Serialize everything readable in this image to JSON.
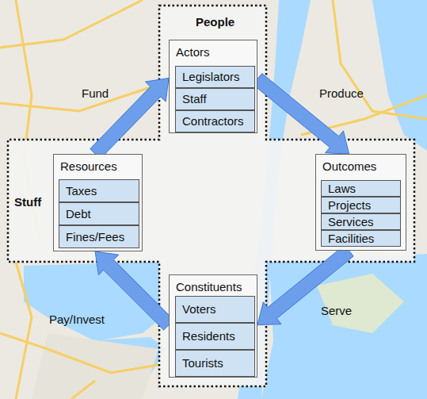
{
  "diagram": {
    "nodes": [
      {
        "text": [
          "Actors"
        ]
      },
      {
        "text": [
          "Legislators"
        ],
        "in": 0
      },
      {
        "text": [
          "Staff"
        ],
        "in": 0
      },
      {
        "text": [
          "Contractors"
        ],
        "in": 0
      },
      {
        "text": [
          "Resources"
        ]
      },
      {
        "text": [
          "Taxes"
        ],
        "in": 4
      },
      {
        "text": [
          "Debt"
        ],
        "in": 4
      },
      {
        "text": [
          "Fines/Fees"
        ],
        "in": 4
      },
      {
        "text": [
          "Outcomes"
        ]
      },
      {
        "text": [
          "Laws"
        ],
        "in": 8
      },
      {
        "text": [
          "Projects"
        ],
        "in": 8
      },
      {
        "text": [
          "Services"
        ],
        "in": 8
      },
      {
        "text": [
          "Facilities"
        ],
        "in": 8
      },
      {
        "text": [
          "Constituents"
        ]
      },
      {
        "text": [
          "Voters"
        ],
        "in": 13
      },
      {
        "text": [
          "Residents"
        ],
        "in": 13
      },
      {
        "text": [
          "Tourists"
        ],
        "in": 13
      }
    ],
    "edges": [
      {
        "from": 4,
        "to": 0,
        "label": "Fund",
        "arrow": "to"
      },
      {
        "from": 0,
        "to": 8,
        "label": "Produce",
        "arrow": "to"
      },
      {
        "from": 8,
        "to": 13,
        "label": "Serve",
        "arrow": "to"
      },
      {
        "from": 13,
        "to": 4,
        "label": "Pay/Invest",
        "arrow": "to"
      }
    ],
    "labels": [
      "People",
      "Stuff"
    ]
  }
}
